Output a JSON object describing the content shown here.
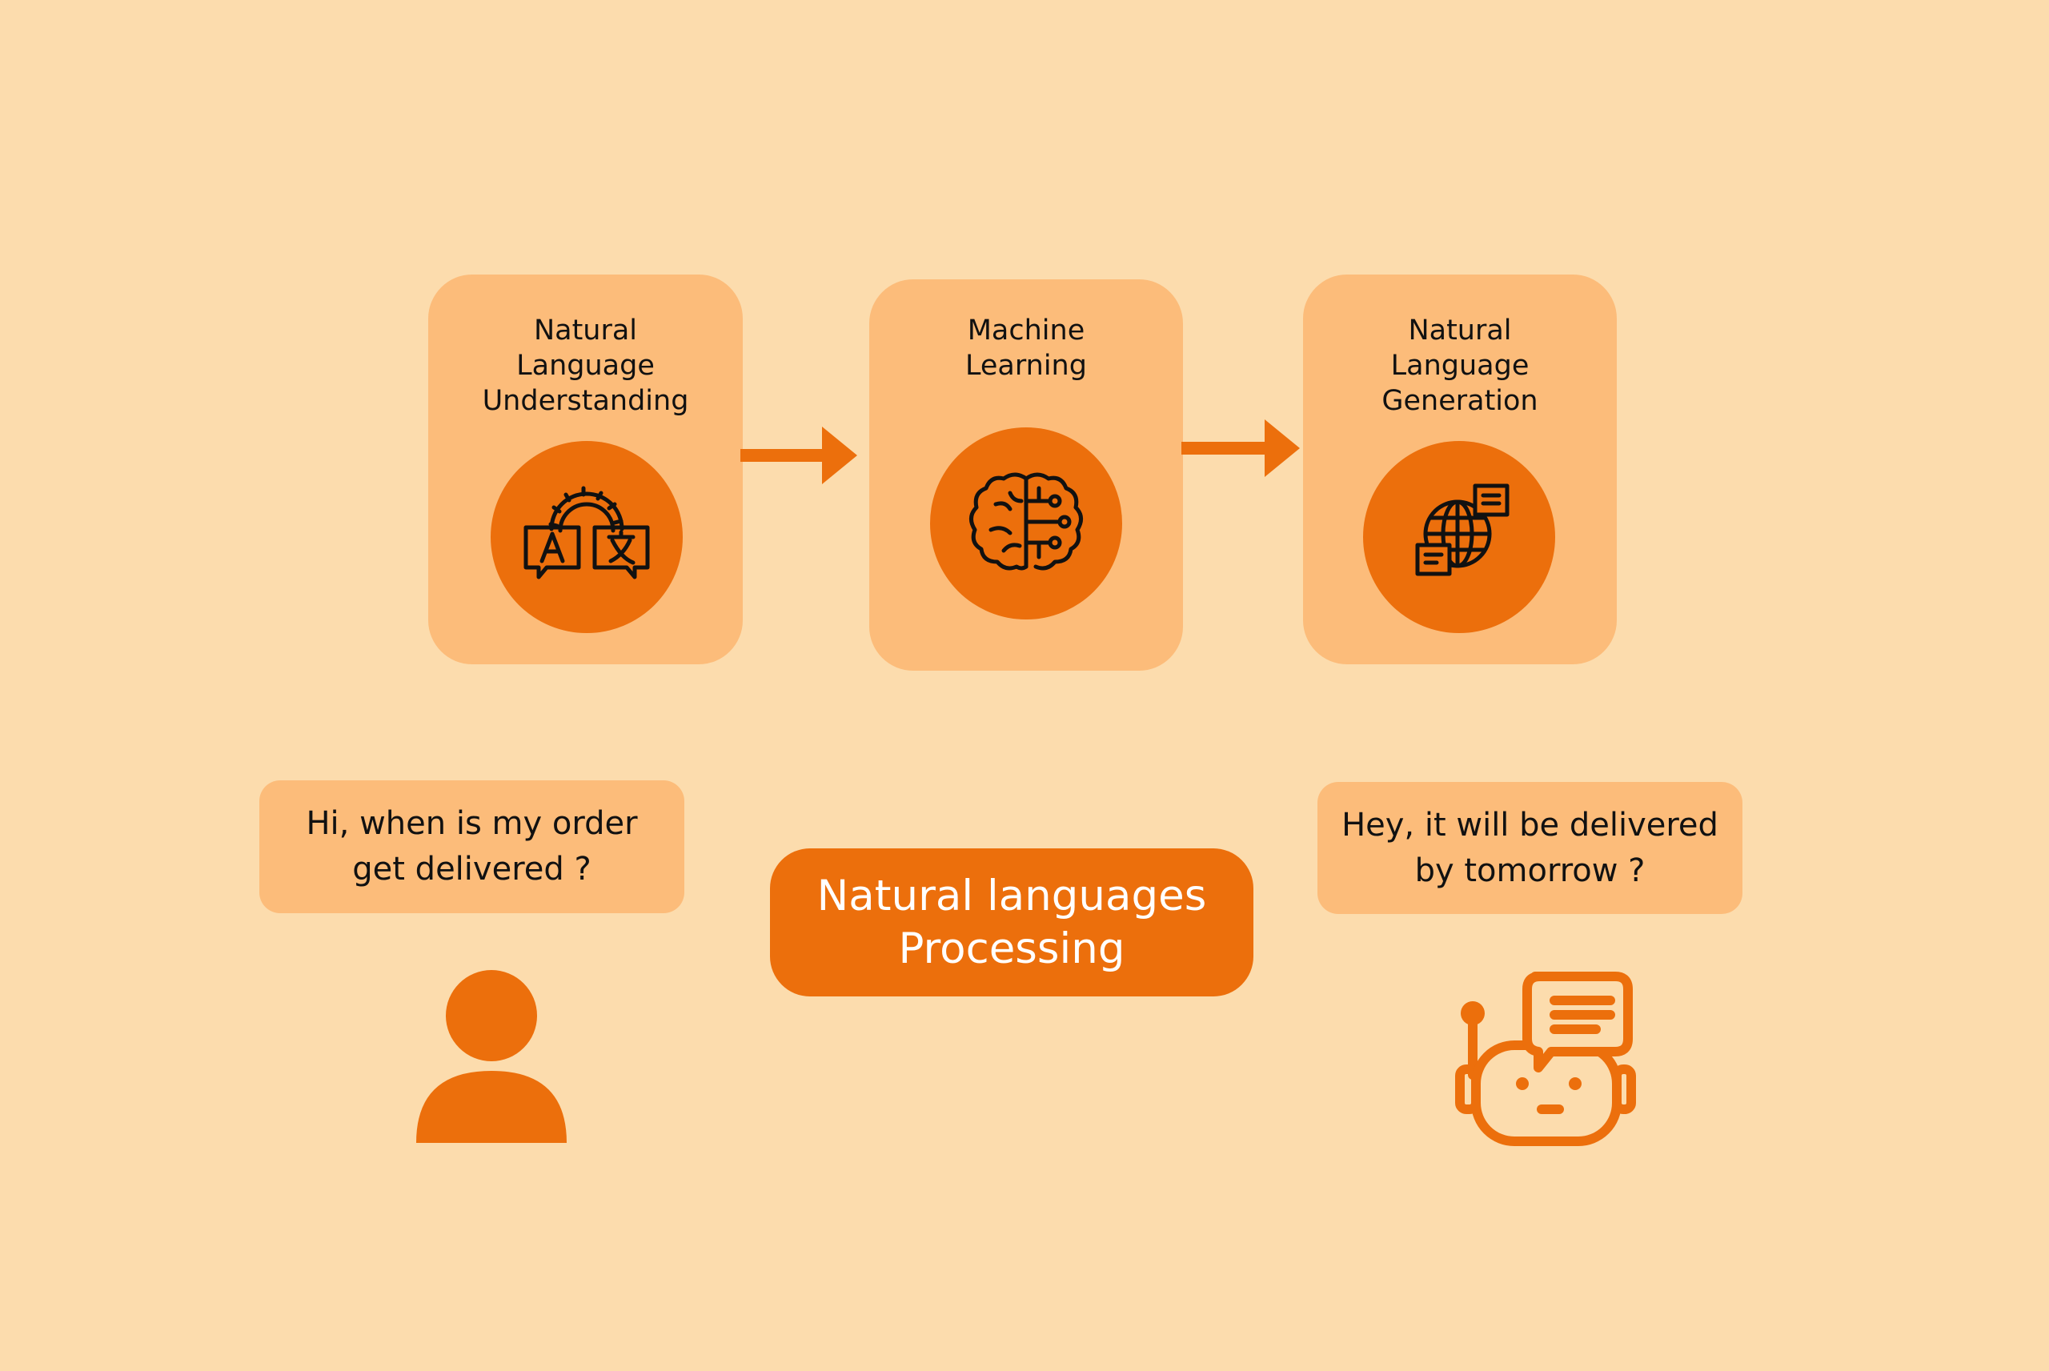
{
  "colors": {
    "background": "#FCDCAD",
    "box": "#FCBC7A",
    "accent": "#EC6F0C",
    "icon_stroke": "#111111"
  },
  "stages": [
    {
      "title_lines": [
        "Natural",
        "Language",
        "Understanding"
      ],
      "icon": "translate-gear-icon"
    },
    {
      "title_lines": [
        "Machine",
        "Learning"
      ],
      "icon": "brain-circuit-icon"
    },
    {
      "title_lines": [
        "Natural",
        "Language",
        "Generation"
      ],
      "icon": "globe-documents-icon"
    }
  ],
  "user_message_lines": [
    "Hi, when is my order",
    "get delivered ?"
  ],
  "bot_message_lines": [
    "Hey, it will be delivered",
    "by tomorrow ?"
  ],
  "center_label_lines": [
    "Natural languages",
    "Processing"
  ],
  "icons": {
    "user": "user-icon",
    "bot": "chatbot-icon"
  }
}
